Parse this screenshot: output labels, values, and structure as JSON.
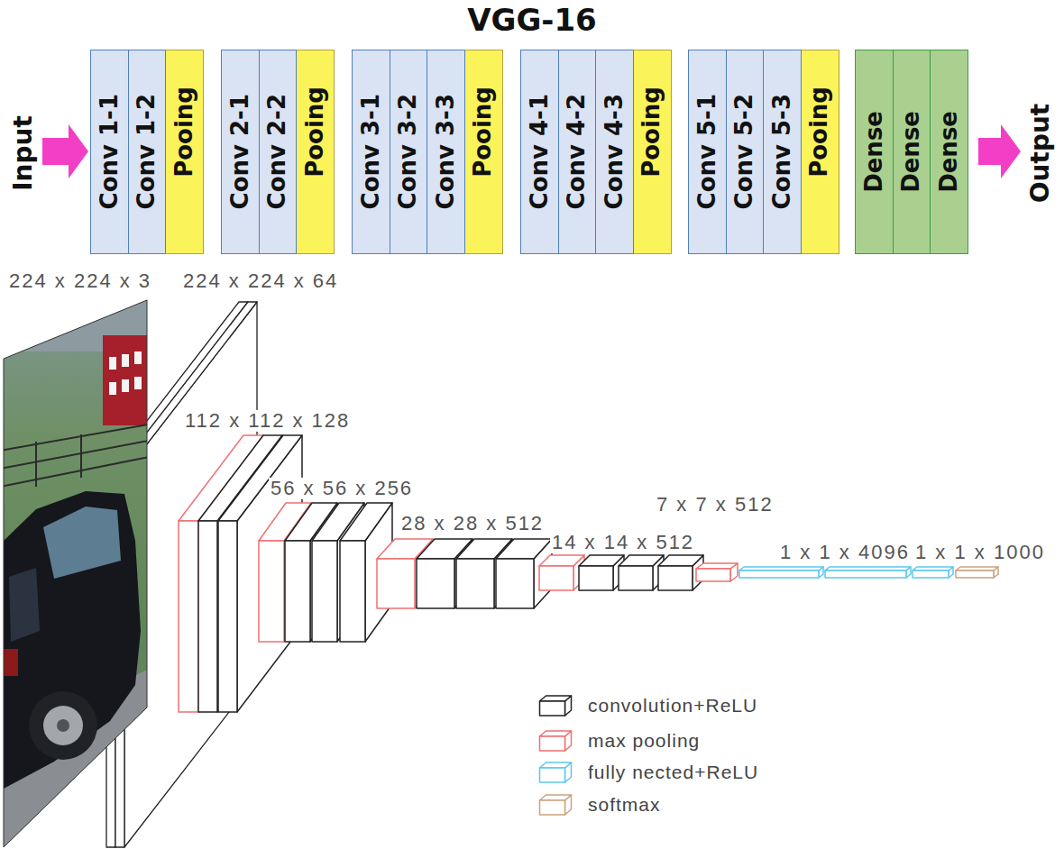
{
  "diagram": {
    "title": "VGG-16",
    "nodes": [
      {
        "text": [
          "Conv 1-1"
        ]
      },
      {
        "text": [
          "Conv 1-2"
        ]
      },
      {
        "text": [
          "Pooing"
        ]
      },
      {
        "text": [
          "Conv 2-1"
        ]
      },
      {
        "text": [
          "Conv 2-2"
        ]
      },
      {
        "text": [
          "Pooing"
        ]
      },
      {
        "text": [
          "Conv 3-1"
        ]
      },
      {
        "text": [
          "Conv 3-2"
        ]
      },
      {
        "text": [
          "Conv 3-3"
        ]
      },
      {
        "text": [
          "Pooing"
        ]
      },
      {
        "text": [
          "Conv 4-1"
        ]
      },
      {
        "text": [
          "Conv 4-2"
        ]
      },
      {
        "text": [
          "Conv 4-3"
        ]
      },
      {
        "text": [
          "Pooing"
        ]
      },
      {
        "text": [
          "Conv 5-1"
        ]
      },
      {
        "text": [
          "Conv 5-2"
        ]
      },
      {
        "text": [
          "Conv 5-3"
        ]
      },
      {
        "text": [
          "Pooing"
        ]
      },
      {
        "text": [
          "Dense"
        ]
      },
      {
        "text": [
          "Dense"
        ]
      },
      {
        "text": [
          "Dense"
        ]
      }
    ],
    "labels": [
      "Input",
      "Output",
      "224 x 224 x 3",
      "224 x 224 x 64",
      "112 x 112 x 128",
      "56 x 56 x 256",
      "28 x 28 x 512",
      "14 x 14 x 512",
      "7 x 7 x 512",
      "1 x 1 x 4096",
      "1 x 1 x 1000"
    ],
    "legend": [
      {
        "text": "convolution+ReLU",
        "color": "#222222"
      },
      {
        "text": "max pooling",
        "color": "#f07070"
      },
      {
        "text": "fully nected+ReLU",
        "color": "#5cc8ee"
      },
      {
        "text": "softmax",
        "color": "#c9a47e"
      }
    ]
  }
}
